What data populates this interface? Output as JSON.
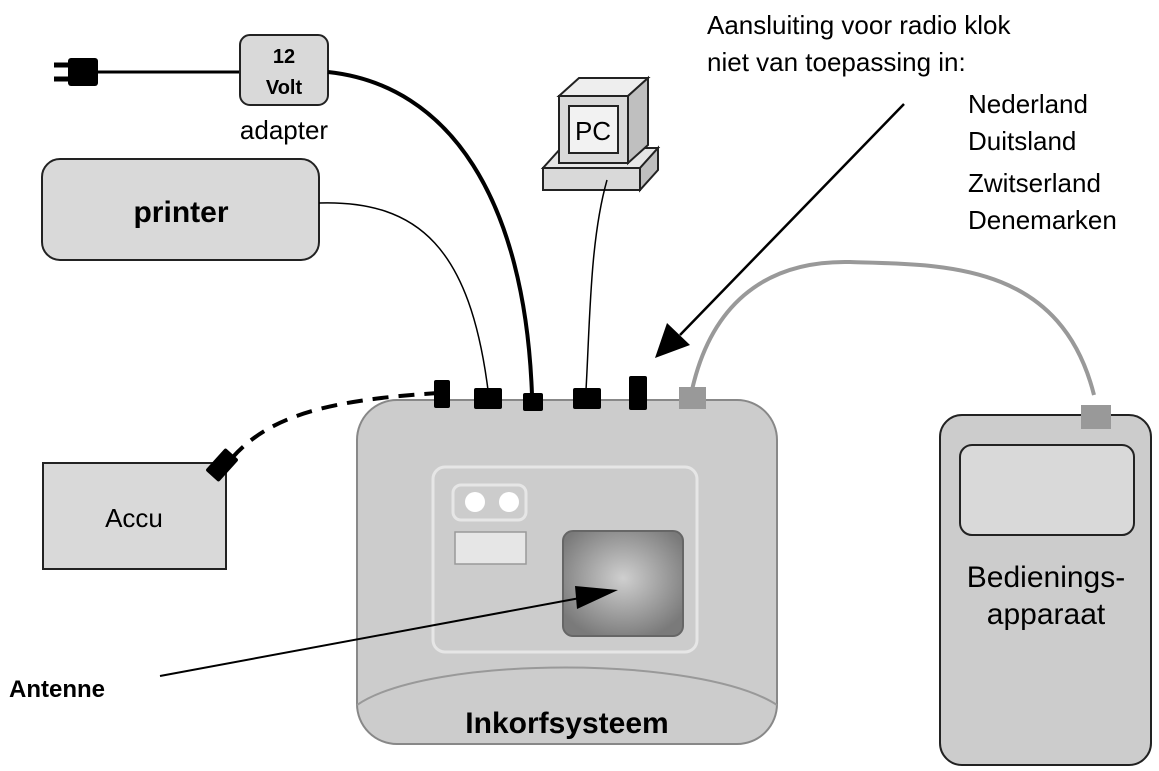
{
  "adapter": {
    "line1": "12",
    "line2": "Volt",
    "caption": "adapter"
  },
  "printer": {
    "label": "printer"
  },
  "pc": {
    "label": "PC"
  },
  "radio_note": {
    "line1": "Aansluiting voor radio klok",
    "line2": "niet van toepassing in:",
    "countries": [
      "Nederland",
      "Duitsland",
      "Zwitserland",
      "Denemarken"
    ]
  },
  "accu": {
    "label": "Accu"
  },
  "antenne": {
    "label": "Antenne"
  },
  "system": {
    "label": "Inkorfsysteem"
  },
  "handheld": {
    "line1": "Bedienings-",
    "line2": "apparaat"
  },
  "colors": {
    "box_fill": "#d9d9d9",
    "device_fill": "#cccccc",
    "stroke": "#222222",
    "gray_cable": "#999999",
    "screen_dark": "#888888"
  }
}
